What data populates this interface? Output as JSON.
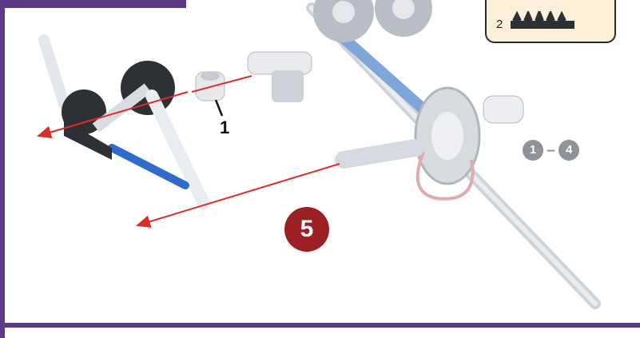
{
  "parts_box": {
    "count": "2",
    "part_icon": "gear-part-icon"
  },
  "callout": {
    "label": "1"
  },
  "step": {
    "number": "5"
  },
  "repeat_range": {
    "from": "1",
    "dash": "–",
    "to": "4"
  },
  "colors": {
    "frame": "#5b3a86",
    "step_badge": "#9c2023",
    "range_circle": "#8f9297",
    "arrow": "#e02b2b",
    "parts_box_bg": "#fdf0d8"
  }
}
